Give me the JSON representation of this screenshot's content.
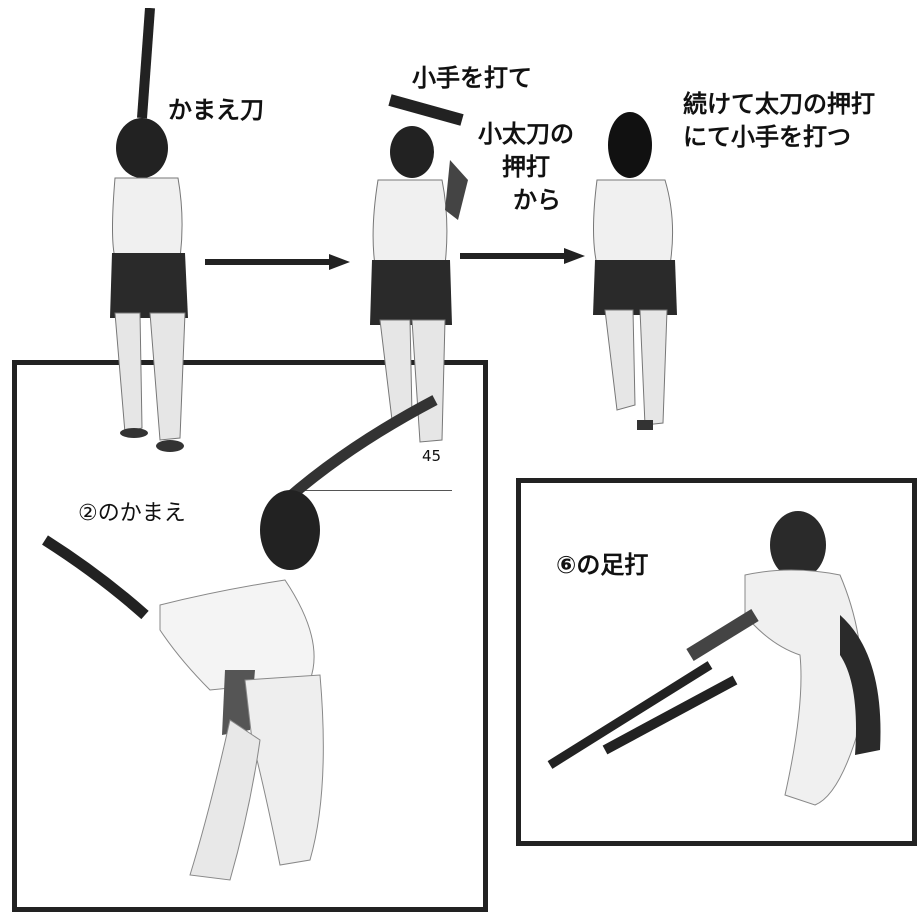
{
  "captions": {
    "kamae_katana": "かまえ刀",
    "kote_wo_ute": "小手を打て",
    "kodachi_no_oshiuchi": [
      "小太刀の",
      "押打",
      "から"
    ],
    "tsuzukete": [
      "続けて太刀の押打",
      "にて小手を打つ"
    ],
    "kamae_2": "②のかまえ",
    "ashiuchi_6": "⑥の足打",
    "angle_mark": "45"
  }
}
